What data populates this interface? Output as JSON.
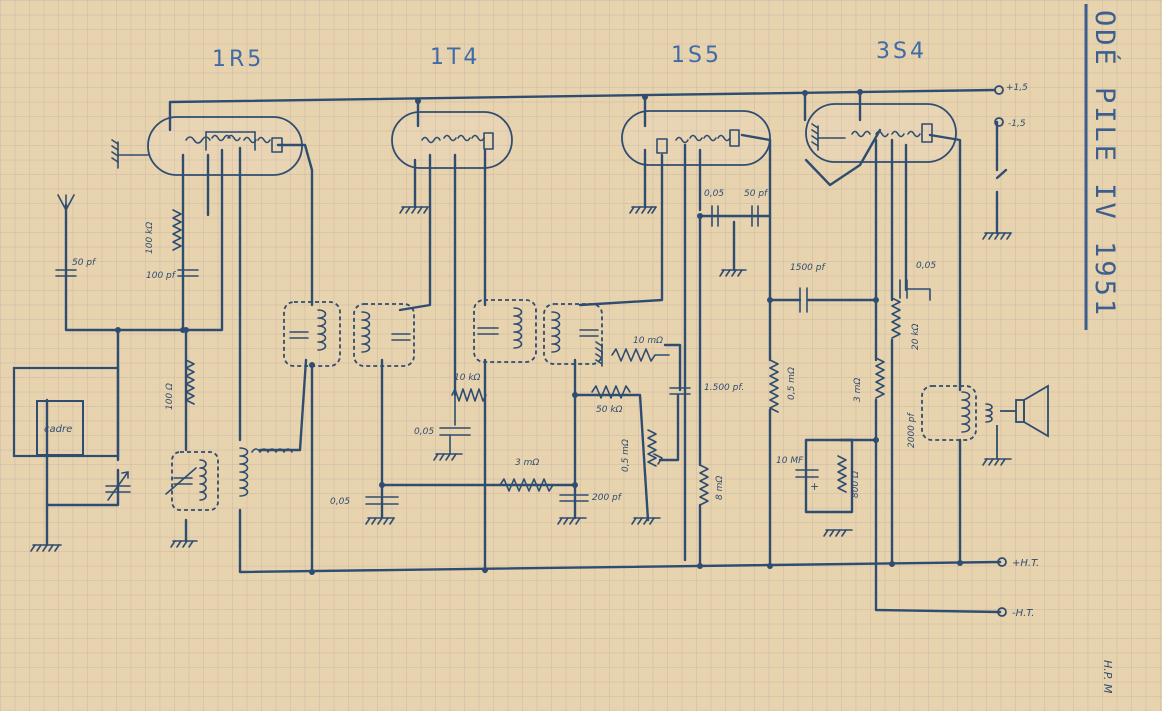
{
  "title": "ODÉ PILE IV 1951",
  "corner_note": "H.P. M",
  "tubes": [
    "1R5",
    "1T4",
    "1S5",
    "3S4"
  ],
  "terminals": {
    "plus_low": "+1,5",
    "minus_low": "-1,5",
    "plus_ht": "+H.T.",
    "minus_ht": "-H.T."
  },
  "frame_label": "cadre",
  "components": {
    "c_50pf": "50 pf",
    "r_100k": "100 kΩ",
    "c_100pf": "100 pf",
    "r_100": "100 Ω",
    "r_10k": "10 kΩ",
    "c_005_a": "0,05",
    "c_005_b": "0,05",
    "r_3m_a": "3 mΩ",
    "r_10m": "10 mΩ",
    "r_50k": "50 kΩ",
    "pot_05m": "0,5 mΩ",
    "c_200pf": "200 pf",
    "c_1500pf": "1.500 pf.",
    "r_8m": "8 mΩ",
    "c_005_c": "0,05",
    "c_50pf_b": "50 pf",
    "c_1500pf_b": "1500 pf",
    "r_05m": "0,5 mΩ",
    "c_005_d": "0,05",
    "r_20k": "20 kΩ",
    "r_3m_b": "3 mΩ",
    "c_2000pf": "2000 pf",
    "c_10mf": "10 MF",
    "r_800": "800 Ω",
    "plus_sign": "+"
  }
}
